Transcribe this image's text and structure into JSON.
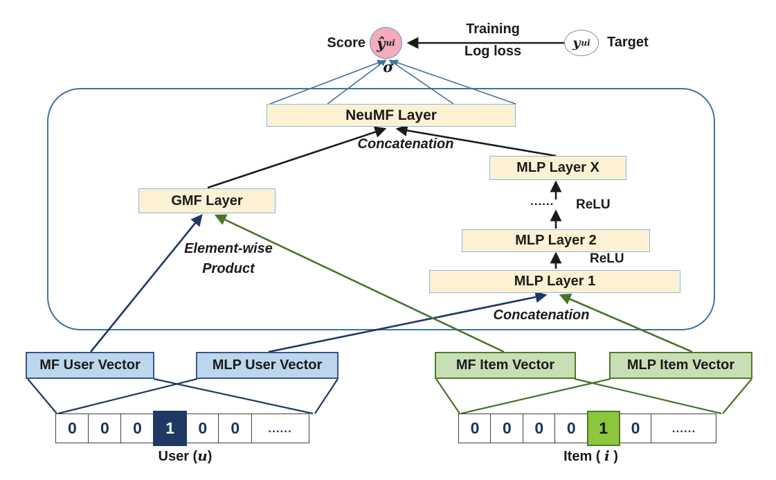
{
  "header": {
    "score_label": "Score",
    "score_node": {
      "symbol": "ŷ",
      "subscript": "ui"
    },
    "sigma": "σ",
    "loss_arrow": {
      "line1": "Training",
      "line2": "Log loss"
    },
    "target_node": {
      "symbol": "y",
      "subscript": "ui"
    },
    "target_label": "Target"
  },
  "layers": {
    "neumf": "NeuMF Layer",
    "gmf": "GMF Layer",
    "mlp_x": "MLP Layer X",
    "mlp_2": "MLP Layer 2",
    "mlp_1": "MLP Layer 1"
  },
  "annotations": {
    "concatenation_top": "Concatenation",
    "elementwise": {
      "line1": "Element-wise",
      "line2": "Product"
    },
    "relu_dots": "......",
    "relu_upper": "ReLU",
    "relu_lower": "ReLU",
    "concatenation_bottom": "Concatenation"
  },
  "embeddings": {
    "mf_user": "MF User Vector",
    "mlp_user": "MLP User Vector",
    "mf_item": "MF Item Vector",
    "mlp_item": "MLP Item Vector"
  },
  "onehot_user": {
    "cells": [
      "0",
      "0",
      "0",
      "1",
      "0",
      "0",
      "......"
    ],
    "hot_index": 3,
    "label": {
      "prefix": "User (",
      "variable": "u",
      "suffix": ")"
    }
  },
  "onehot_item": {
    "cells": [
      "0",
      "0",
      "0",
      "0",
      "1",
      "0",
      "......"
    ],
    "hot_index": 4,
    "label": {
      "prefix": "Item ( ",
      "variable": "i",
      "suffix": " )"
    }
  },
  "colors": {
    "layer_fill": "#FCF2D3",
    "layer_border": "#8FB4D9",
    "user_fill": "#BCD6EC",
    "user_border": "#33568C",
    "item_fill": "#C8DFB6",
    "item_border": "#4F7A28",
    "score_fill": "#F2ACBC",
    "hot_user_cell": "#1F3864",
    "hot_item_cell": "#8DC63F",
    "frame_border": "#41719C",
    "arrow_black": "#1A1A1A",
    "arrow_navy": "#1F3864",
    "arrow_green": "#4A7229"
  }
}
